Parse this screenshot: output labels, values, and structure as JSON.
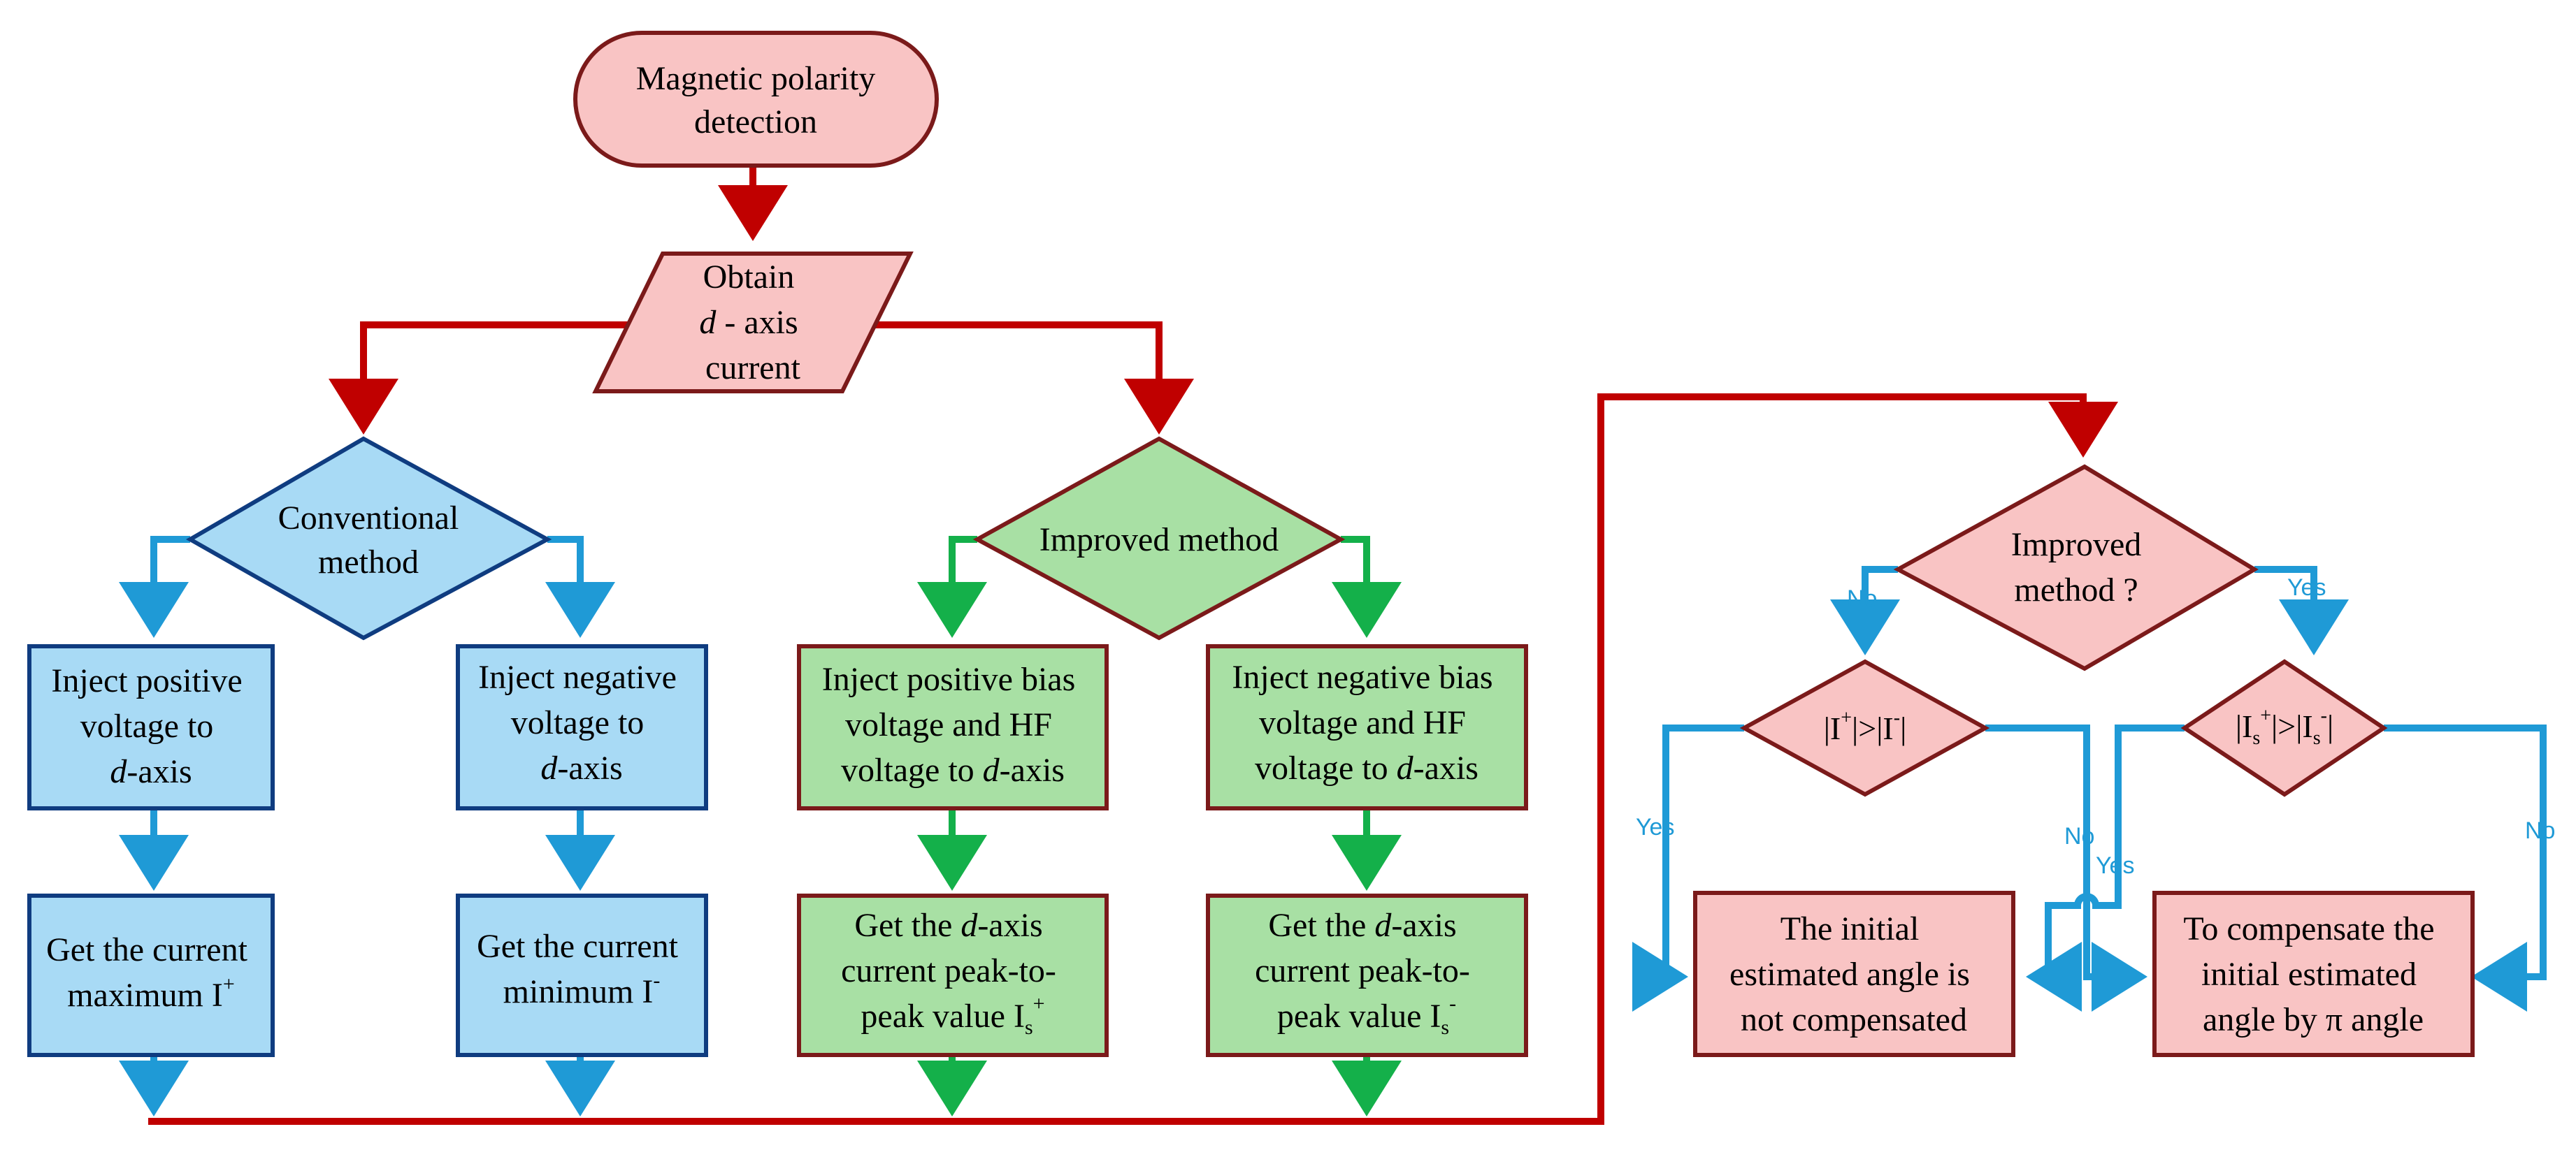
{
  "nodes": {
    "start": {
      "line1": "Magnetic polarity",
      "line2": "detection"
    },
    "obtain": {
      "line1": "Obtain",
      "line2_italic": "d",
      "line2_rest": " - axis",
      "line3": "current"
    },
    "conventional": {
      "line1": "Conventional",
      "line2": "method"
    },
    "improved": {
      "label": "Improved method"
    },
    "inj_pos": {
      "line1": "Inject positive",
      "line2": "voltage to",
      "line3_italic": "d",
      "line3_rest": "-axis"
    },
    "inj_neg": {
      "line1": "Inject negative",
      "line2": "voltage to",
      "line3_italic": "d",
      "line3_rest": "-axis"
    },
    "inj_pos_bias": {
      "line1": "Inject positive  bias",
      "line2": "voltage and HF",
      "line3_pre": "voltage to  ",
      "line3_italic": "d",
      "line3_rest": "-axis"
    },
    "inj_neg_bias": {
      "line1": "Inject negative bias",
      "line2": "voltage and HF",
      "line3_pre": "voltage to  ",
      "line3_italic": "d",
      "line3_rest": "-axis"
    },
    "get_max": {
      "line1": "Get the current",
      "line2": "maximum I",
      "line2_sup": "+"
    },
    "get_min": {
      "line1": "Get the current",
      "line2": "minimum I",
      "line2_sup": "-"
    },
    "get_pp_pos": {
      "line1_pre": "Get the ",
      "line1_italic": "d",
      "line1_rest": "-axis",
      "line2": "current peak-to-",
      "line3": "peak value I",
      "line3_sub": "s",
      "line3_sup": "+"
    },
    "get_pp_neg": {
      "line1_pre": "Get the ",
      "line1_italic": "d",
      "line1_rest": "-axis",
      "line2": "current peak-to-",
      "line3": "peak value I",
      "line3_sub": "s",
      "line3_sup": "-"
    },
    "improved_q": {
      "line1": "Improved",
      "line2": "method ?"
    },
    "cmp_i": {
      "p1": "|I",
      "sup1": "+",
      "p2": "|>|I",
      "sup2": "-",
      "p3": "|"
    },
    "cmp_is": {
      "p1": "|I",
      "sub1": "s",
      "sup1": "+",
      "p2": "|>|I",
      "sub2": "s",
      "sup2": "-",
      "p3": "|"
    },
    "not_comp": {
      "line1": "The initial",
      "line2": "estimated angle is",
      "line3": "not compensated"
    },
    "comp": {
      "line1": "To compensate the",
      "line2": "initial estimated",
      "line3": "angle by π angle"
    }
  },
  "edge_labels": {
    "no_left": "No",
    "yes_right": "Yes",
    "yes_left_cmp": "Yes",
    "no_left_cmp": "No",
    "yes_right_cmp": "Yes",
    "no_right_cmp": "No"
  },
  "colors": {
    "red_line": "#c00000",
    "blue_line": "#1f9ad6",
    "green_line": "#14b04a",
    "pink_fill": "#f9c4c4",
    "pink_stroke": "#7b1a1a",
    "blue_fill": "#a8daf5",
    "blue_stroke": "#0f3c80",
    "green_fill": "#a8e0a4",
    "green_stroke": "#7b1a1a"
  }
}
